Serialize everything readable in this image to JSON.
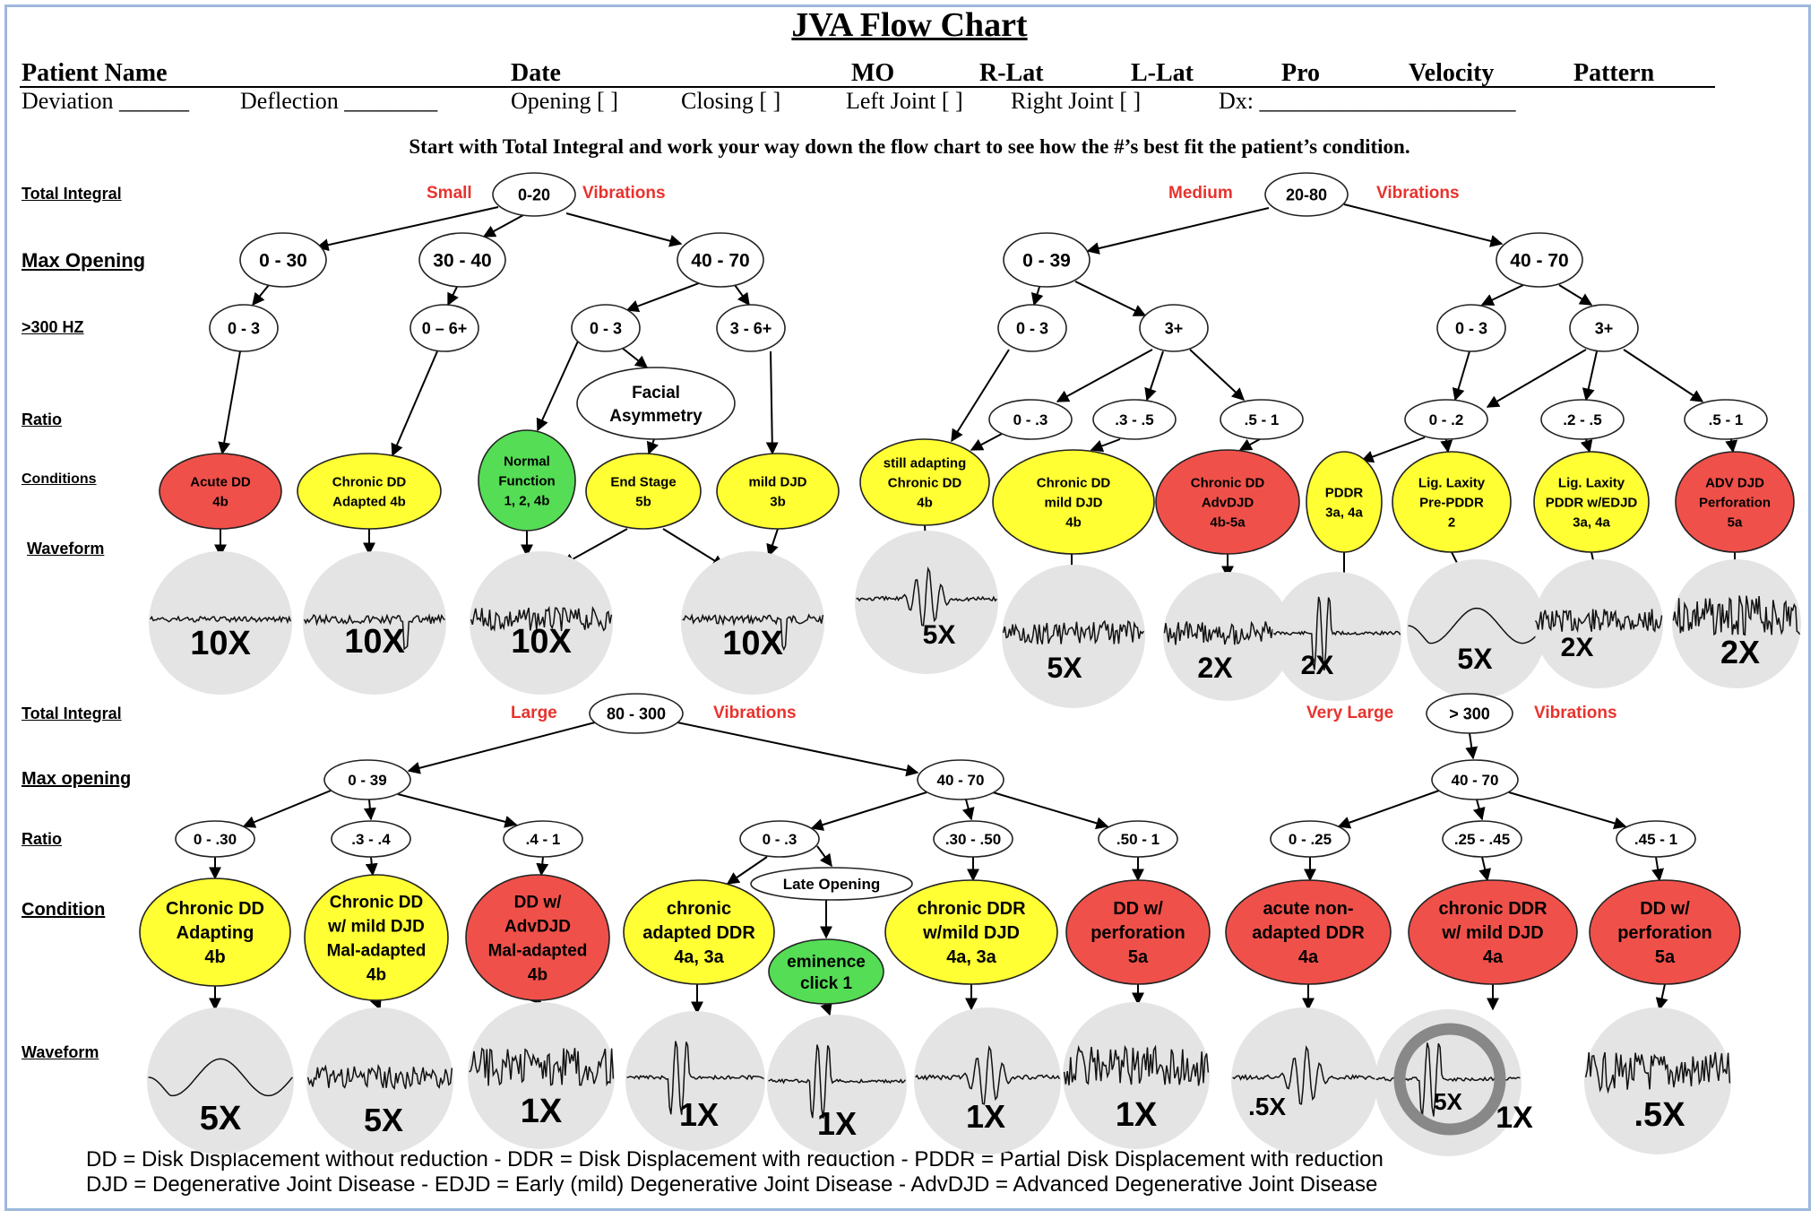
{
  "title": "JVA Flow Chart",
  "header": {
    "patient_name": "Patient Name",
    "date": "Date",
    "mo": "MO",
    "r_lat": "R-Lat",
    "l_lat": "L-Lat",
    "pro": "Pro",
    "velocity": "Velocity",
    "pattern": "Pattern",
    "deviation": "Deviation ______",
    "deflection": "Deflection ________",
    "opening": "Opening  [  ]",
    "closing": "Closing  [  ]",
    "left_joint": "Left Joint [  ]",
    "right_joint": "Right Joint [  ]",
    "dx": "Dx: ______________________"
  },
  "instructions": "Start with Total Integral and work your way down the flow chart to see how the #’s best fit the patient’s condition.",
  "colors": {
    "red": "#f0504a",
    "yellow": "#ffff33",
    "green": "#55dd55",
    "label_red": "#e8322d",
    "frame": "#9db8dc",
    "wave_bg": "#e4e4e4"
  },
  "top_section": {
    "row_labels": [
      "Total Integral",
      "Max Opening",
      ">300 HZ",
      "Ratio",
      "Conditions",
      "Waveform"
    ],
    "small": {
      "label": "Small",
      "range": "0-20",
      "suffix": "Vibrations"
    },
    "medium": {
      "label": "Medium",
      "range": "20-80",
      "suffix": "Vibrations"
    },
    "max_opening": [
      "0 - 30",
      "30 - 40",
      "40 - 70",
      "0 - 39",
      "40 - 70"
    ],
    "hz": [
      "0 - 3",
      "0 – 6+",
      "0 - 3",
      "3 - 6+",
      "0 - 3",
      "3+",
      "0 - 3",
      "3+"
    ],
    "facial": [
      "Facial",
      "Asymmetry"
    ],
    "ratio": [
      "0 - .3",
      ".3 - .5",
      ".5 - 1",
      "0 - .2",
      ".2 - .5",
      ".5 - 1"
    ],
    "conditions": [
      {
        "lines": [
          "Acute DD",
          "4b"
        ],
        "color": "red"
      },
      {
        "lines": [
          "Chronic DD",
          "Adapted 4b"
        ],
        "color": "yellow"
      },
      {
        "lines": [
          "Normal",
          "Function",
          "1, 2, 4b"
        ],
        "color": "green"
      },
      {
        "lines": [
          "End Stage",
          "5b"
        ],
        "color": "yellow"
      },
      {
        "lines": [
          "mild DJD",
          "3b"
        ],
        "color": "yellow"
      },
      {
        "lines": [
          "still adapting",
          "Chronic DD",
          "4b"
        ],
        "color": "yellow"
      },
      {
        "lines": [
          "Chronic DD",
          "mild DJD",
          "4b"
        ],
        "color": "yellow"
      },
      {
        "lines": [
          "Chronic DD",
          "AdvDJD",
          "4b-5a"
        ],
        "color": "red"
      },
      {
        "lines": [
          "PDDR",
          "3a, 4a"
        ],
        "color": "yellow"
      },
      {
        "lines": [
          "Lig. Laxity",
          "Pre-PDDR",
          "2"
        ],
        "color": "yellow"
      },
      {
        "lines": [
          "Lig. Laxity",
          "PDDR w/EDJD",
          "3a, 4a"
        ],
        "color": "yellow"
      },
      {
        "lines": [
          "ADV DJD",
          "Perforation",
          "5a"
        ],
        "color": "red"
      }
    ],
    "magnifications": [
      "10X",
      "10X",
      "10X",
      "10X",
      "5X",
      "5X",
      "2X",
      "2X",
      "5X",
      "2X",
      "2X"
    ]
  },
  "bottom_section": {
    "row_labels": [
      "Total Integral",
      "Max opening",
      "Ratio",
      "Condition",
      "Waveform"
    ],
    "large": {
      "label": "Large",
      "range": "80 - 300",
      "suffix": "Vibrations"
    },
    "very_large": {
      "label": "Very Large",
      "range": "> 300",
      "suffix": "Vibrations"
    },
    "max_opening": [
      "0 - 39",
      "40 - 70",
      "40 - 70"
    ],
    "ratio": [
      "0 - .30",
      ".3 - .4",
      ".4 - 1",
      "0 - .3",
      ".30 - .50",
      ".50 - 1",
      "0 - .25",
      ".25 - .45",
      ".45 - 1"
    ],
    "late_opening": "Late Opening",
    "conditions": [
      {
        "lines": [
          "Chronic DD",
          "Adapting",
          "4b"
        ],
        "color": "yellow"
      },
      {
        "lines": [
          "Chronic DD",
          "w/ mild DJD",
          "Mal-adapted",
          "4b"
        ],
        "color": "yellow"
      },
      {
        "lines": [
          "DD w/",
          "AdvDJD",
          "Mal-adapted",
          "4b"
        ],
        "color": "red"
      },
      {
        "lines": [
          "chronic",
          "adapted DDR",
          "4a, 3a"
        ],
        "color": "yellow"
      },
      {
        "lines": [
          "eminence",
          "click 1"
        ],
        "color": "green"
      },
      {
        "lines": [
          "chronic DDR",
          "w/mild DJD",
          "4a, 3a"
        ],
        "color": "yellow"
      },
      {
        "lines": [
          "DD w/",
          "perforation",
          "5a"
        ],
        "color": "red"
      },
      {
        "lines": [
          "acute non-",
          "adapted DDR",
          "4a"
        ],
        "color": "red"
      },
      {
        "lines": [
          "chronic DDR",
          "w/ mild DJD",
          "4a"
        ],
        "color": "red"
      },
      {
        "lines": [
          "DD w/",
          "perforation",
          "5a"
        ],
        "color": "red"
      }
    ],
    "magnifications": [
      "5X",
      "5X",
      "1X",
      "1X",
      "1X",
      "1X",
      "1X",
      ".5X",
      "5X",
      ".5X",
      "1X"
    ]
  },
  "legend": [
    "DD = Disk Displacement without reduction - DDR = Disk Displacement with reduction - PDDR = Partial Disk Displacement with reduction",
    "DJD = Degenerative Joint Disease - EDJD = Early (mild) Degenerative Joint Disease - AdvDJD = Advanced Degenerative Joint Disease"
  ]
}
